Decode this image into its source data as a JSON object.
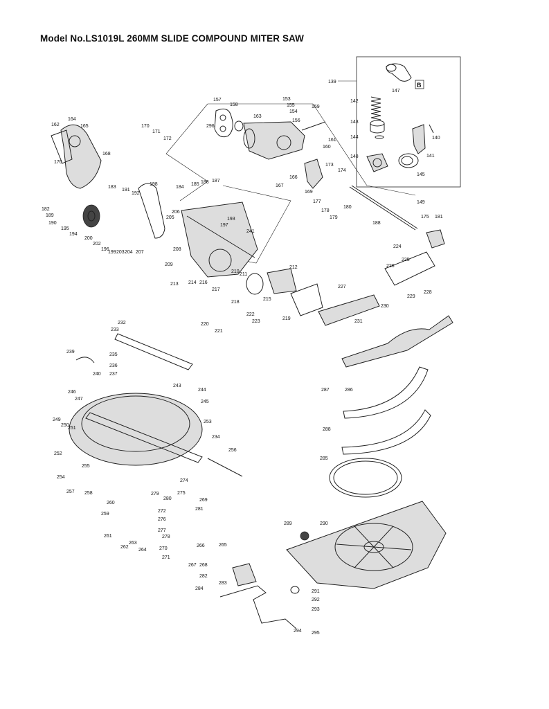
{
  "title": "Model No.LS1019L 260MM SLIDE COMPOUND MITER SAW",
  "box_label": "B",
  "callouts": [
    {
      "id": "p139",
      "t": "139"
    },
    {
      "id": "p142",
      "t": "142"
    },
    {
      "id": "p147",
      "t": "147"
    },
    {
      "id": "p143",
      "t": "143"
    },
    {
      "id": "p144",
      "t": "144"
    },
    {
      "id": "p140",
      "t": "140"
    },
    {
      "id": "p141",
      "t": "141"
    },
    {
      "id": "p148",
      "t": "148"
    },
    {
      "id": "p145",
      "t": "145"
    },
    {
      "id": "p153",
      "t": "153"
    },
    {
      "id": "p155",
      "t": "155"
    },
    {
      "id": "p154",
      "t": "154"
    },
    {
      "id": "p157",
      "t": "157"
    },
    {
      "id": "p158",
      "t": "158"
    },
    {
      "id": "p296",
      "t": "296"
    },
    {
      "id": "p163",
      "t": "163"
    },
    {
      "id": "p156",
      "t": "156"
    },
    {
      "id": "p159",
      "t": "159"
    },
    {
      "id": "p161",
      "t": "161"
    },
    {
      "id": "p160",
      "t": "160"
    },
    {
      "id": "p173",
      "t": "173"
    },
    {
      "id": "p174",
      "t": "174"
    },
    {
      "id": "p167",
      "t": "167"
    },
    {
      "id": "p166",
      "t": "166"
    },
    {
      "id": "p169",
      "t": "169"
    },
    {
      "id": "p177",
      "t": "177"
    },
    {
      "id": "p176",
      "t": "176"
    },
    {
      "id": "p178",
      "t": "178"
    },
    {
      "id": "p179",
      "t": "179"
    },
    {
      "id": "p180",
      "t": "180"
    },
    {
      "id": "p149",
      "t": "149"
    },
    {
      "id": "p188",
      "t": "188"
    },
    {
      "id": "p175",
      "t": "175"
    },
    {
      "id": "p181",
      "t": "181"
    },
    {
      "id": "p164",
      "t": "164"
    },
    {
      "id": "p162",
      "t": "162"
    },
    {
      "id": "p165",
      "t": "165"
    },
    {
      "id": "p168",
      "t": "168"
    },
    {
      "id": "p170",
      "t": "170"
    },
    {
      "id": "p171",
      "t": "171"
    },
    {
      "id": "p172",
      "t": "172"
    },
    {
      "id": "p183",
      "t": "183"
    },
    {
      "id": "p191",
      "t": "191"
    },
    {
      "id": "p192",
      "t": "192"
    },
    {
      "id": "p198",
      "t": "198"
    },
    {
      "id": "p184",
      "t": "184"
    },
    {
      "id": "p185",
      "t": "185"
    },
    {
      "id": "p186",
      "t": "186"
    },
    {
      "id": "p187",
      "t": "187"
    },
    {
      "id": "p182",
      "t": "182"
    },
    {
      "id": "p189",
      "t": "189"
    },
    {
      "id": "p190",
      "t": "190"
    },
    {
      "id": "p195",
      "t": "195"
    },
    {
      "id": "p194",
      "t": "194"
    },
    {
      "id": "p200",
      "t": "200"
    },
    {
      "id": "p202",
      "t": "202"
    },
    {
      "id": "p196",
      "t": "196"
    },
    {
      "id": "p199",
      "t": "199"
    },
    {
      "id": "p203",
      "t": "203"
    },
    {
      "id": "p204",
      "t": "204"
    },
    {
      "id": "p207",
      "t": "207"
    },
    {
      "id": "p206",
      "t": "206"
    },
    {
      "id": "p205",
      "t": "205"
    },
    {
      "id": "p193",
      "t": "193"
    },
    {
      "id": "p197",
      "t": "197"
    },
    {
      "id": "p241",
      "t": "241"
    },
    {
      "id": "p208",
      "t": "208"
    },
    {
      "id": "p209",
      "t": "209"
    },
    {
      "id": "p213",
      "t": "213"
    },
    {
      "id": "p214",
      "t": "214"
    },
    {
      "id": "p216",
      "t": "216"
    },
    {
      "id": "p210",
      "t": "210"
    },
    {
      "id": "p211",
      "t": "211"
    },
    {
      "id": "p217",
      "t": "217"
    },
    {
      "id": "p212",
      "t": "212"
    },
    {
      "id": "p215",
      "t": "215"
    },
    {
      "id": "p218",
      "t": "218"
    },
    {
      "id": "p219",
      "t": "219"
    },
    {
      "id": "p222",
      "t": "222"
    },
    {
      "id": "p223",
      "t": "223"
    },
    {
      "id": "p220",
      "t": "220"
    },
    {
      "id": "p221",
      "t": "221"
    },
    {
      "id": "p224",
      "t": "224"
    },
    {
      "id": "p225",
      "t": "225"
    },
    {
      "id": "p226",
      "t": "226"
    },
    {
      "id": "p227",
      "t": "227"
    },
    {
      "id": "p228",
      "t": "228"
    },
    {
      "id": "p229",
      "t": "229"
    },
    {
      "id": "p230",
      "t": "230"
    },
    {
      "id": "p231",
      "t": "231"
    },
    {
      "id": "p232",
      "t": "232"
    },
    {
      "id": "p233",
      "t": "233"
    },
    {
      "id": "p239",
      "t": "239"
    },
    {
      "id": "p235",
      "t": "235"
    },
    {
      "id": "p236",
      "t": "236"
    },
    {
      "id": "p237",
      "t": "237"
    },
    {
      "id": "p240",
      "t": "240"
    },
    {
      "id": "p246",
      "t": "246"
    },
    {
      "id": "p247",
      "t": "247"
    },
    {
      "id": "p243",
      "t": "243"
    },
    {
      "id": "p244",
      "t": "244"
    },
    {
      "id": "p245",
      "t": "245"
    },
    {
      "id": "p249",
      "t": "249"
    },
    {
      "id": "p250",
      "t": "250"
    },
    {
      "id": "p251",
      "t": "251"
    },
    {
      "id": "p253",
      "t": "253"
    },
    {
      "id": "p234",
      "t": "234"
    },
    {
      "id": "p252",
      "t": "252"
    },
    {
      "id": "p256",
      "t": "256"
    },
    {
      "id": "p255",
      "t": "255"
    },
    {
      "id": "p254",
      "t": "254"
    },
    {
      "id": "p257",
      "t": "257"
    },
    {
      "id": "p258",
      "t": "258"
    },
    {
      "id": "p260",
      "t": "260"
    },
    {
      "id": "p279",
      "t": "279"
    },
    {
      "id": "p280",
      "t": "280"
    },
    {
      "id": "p274",
      "t": "274"
    },
    {
      "id": "p275",
      "t": "275"
    },
    {
      "id": "p269",
      "t": "269"
    },
    {
      "id": "p272",
      "t": "272"
    },
    {
      "id": "p281",
      "t": "281"
    },
    {
      "id": "p276",
      "t": "276"
    },
    {
      "id": "p277",
      "t": "277"
    },
    {
      "id": "p278",
      "t": "278"
    },
    {
      "id": "p259",
      "t": "259"
    },
    {
      "id": "p261",
      "t": "261"
    },
    {
      "id": "p262",
      "t": "262"
    },
    {
      "id": "p263",
      "t": "263"
    },
    {
      "id": "p264",
      "t": "264"
    },
    {
      "id": "p270",
      "t": "270"
    },
    {
      "id": "p271",
      "t": "271"
    },
    {
      "id": "p266",
      "t": "266"
    },
    {
      "id": "p267",
      "t": "267"
    },
    {
      "id": "p268",
      "t": "268"
    },
    {
      "id": "p265",
      "t": "265"
    },
    {
      "id": "p282",
      "t": "282"
    },
    {
      "id": "p283",
      "t": "283"
    },
    {
      "id": "p284",
      "t": "284"
    },
    {
      "id": "p287",
      "t": "287"
    },
    {
      "id": "p286",
      "t": "286"
    },
    {
      "id": "p288",
      "t": "288"
    },
    {
      "id": "p285",
      "t": "285"
    },
    {
      "id": "p289",
      "t": "289"
    },
    {
      "id": "p290",
      "t": "290"
    },
    {
      "id": "p291",
      "t": "291"
    },
    {
      "id": "p292",
      "t": "292"
    },
    {
      "id": "p293",
      "t": "293"
    },
    {
      "id": "p294",
      "t": "294"
    },
    {
      "id": "p295",
      "t": "295"
    }
  ]
}
